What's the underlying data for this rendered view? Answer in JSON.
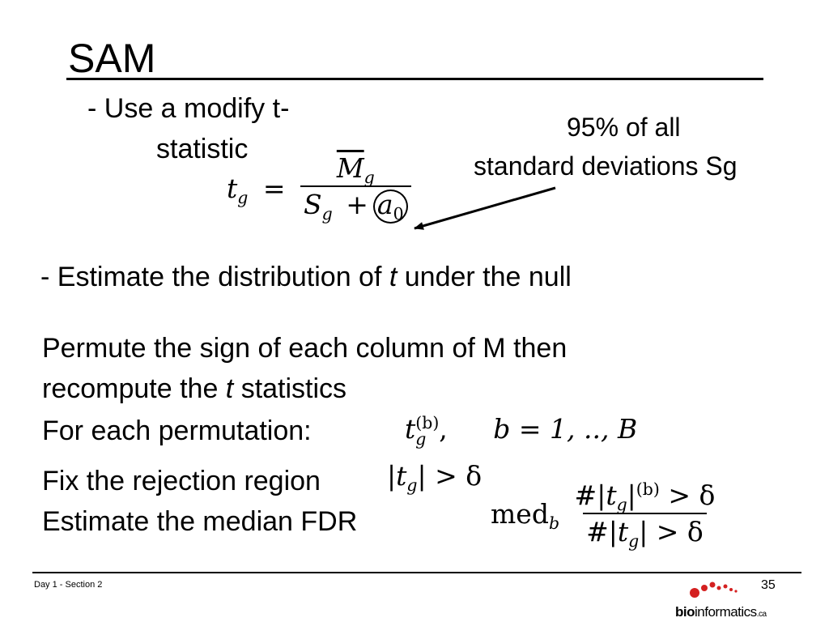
{
  "slide": {
    "title": "SAM",
    "bullet1_line1": "- Use a modify t-",
    "bullet1_line2": "statistic",
    "annotation_line1": "95% of all",
    "annotation_line2": "standard deviations Sg",
    "bullet2_pre": "- Estimate the distribution of ",
    "bullet2_t": "t",
    "bullet2_post": " under the null",
    "para_line1": "Permute the sign of each column of M then",
    "para_line2_pre": "recompute the ",
    "para_line2_t": "t",
    "para_line2_post": " statistics",
    "for_each": "For each permutation:",
    "fix_region": "Fix the rejection region",
    "estimate_fdr": "Estimate the median FDR"
  },
  "formulas": {
    "tg_lhs": "t",
    "tg_sub": "g",
    "eq": "=",
    "num_M": "M",
    "num_sub": "g",
    "den_S": "S",
    "den_sub": "g",
    "den_plus": "+",
    "den_a": "a",
    "den_a_sub": "0",
    "perm_t": "t",
    "perm_sub": "g",
    "perm_sup": "(b)",
    "perm_comma": ",",
    "perm_range": "b = 1, .., B",
    "region": "|t",
    "region_sub": "g",
    "region_rest": "| > δ",
    "med": "med",
    "med_sub": "b",
    "fdr_num": "#|t",
    "fdr_num_sub": "g",
    "fdr_num_rest": "|",
    "fdr_num_sup": "(b)",
    "fdr_num_end": " > δ",
    "fdr_den": "#|t",
    "fdr_den_sub": "g",
    "fdr_den_rest": "| > δ"
  },
  "footer": {
    "section": "Day 1 - Section 2",
    "page": "35",
    "logo_bold": "bio",
    "logo_light": "informatics",
    "logo_suffix": ".ca"
  },
  "colors": {
    "logo_dots": "#d42020",
    "text": "#000000"
  }
}
